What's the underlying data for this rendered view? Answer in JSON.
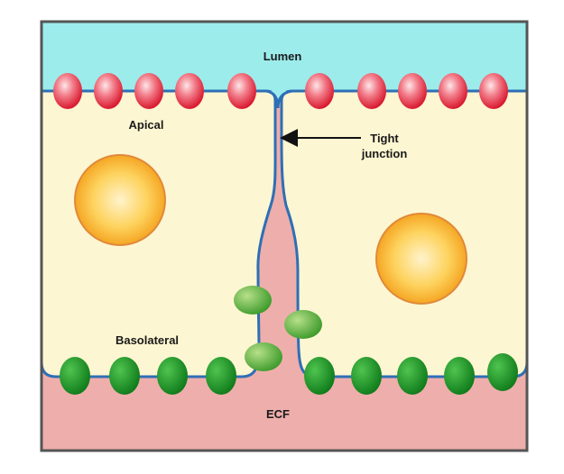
{
  "labels": {
    "lumen": "Lumen",
    "apical": "Apical",
    "tight_junction_line1": "Tight",
    "tight_junction_line2": "junction",
    "basolateral": "Basolateral",
    "ecf": "ECF"
  },
  "colors": {
    "lumen": "#9cecec",
    "ecf": "#eeaeab",
    "cytoplasm": "#fdf6d2",
    "membrane": "#2e6fb5",
    "border": "#555555",
    "apical_protein": "#e8394a",
    "basolateral_protein": "#1f9a2a",
    "lateral_protein": "#6ab83a",
    "nucleus": "#f8b235",
    "nucleus_edge": "#e08a3a"
  },
  "components": {
    "apical_proteins": "red-membrane-proteins",
    "basolateral_proteins": "green-membrane-proteins",
    "nuclei": "yellow-nucleus"
  }
}
